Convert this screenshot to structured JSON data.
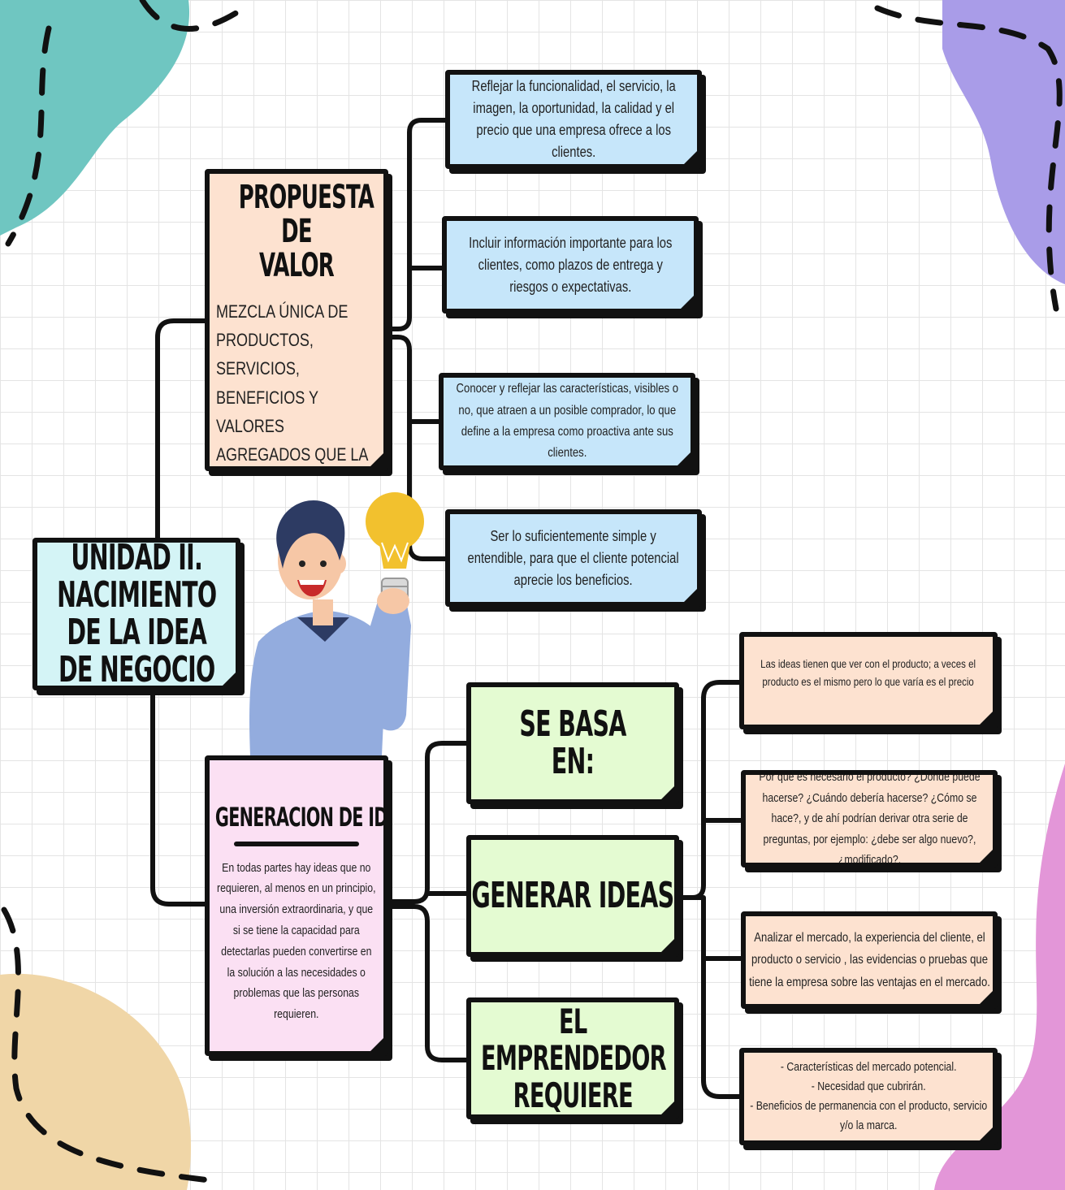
{
  "main_node": {
    "title": "UNIDAD II. NACIMIENTO DE LA IDEA DE NEGOCIO"
  },
  "propuesta": {
    "title_line1": "PROPUESTA DE",
    "title_line2": "VALOR",
    "text": "MEZCLA ÚNICA DE PRODUCTOS, SERVICIOS, BENEFICIOS Y VALORES AGREGADOS QUE LA EMPRESA OFRECE A SUS CLIENTES.",
    "items": [
      "Reflejar la funcionalidad, el servicio, la imagen, la oportunidad, la calidad y el precio que una empresa ofrece a los clientes.",
      "Incluir información importante para los clientes, como plazos de entrega y riesgos o expectativas.",
      "Conocer y reflejar las características, visibles o no, que atraen a un posible comprador, lo que define a la empresa como proactiva ante sus clientes.",
      "Ser lo suficientemente simple y entendible, para que el cliente potencial aprecie los beneficios."
    ]
  },
  "generacion": {
    "title": "GENERACION DE IDEAS",
    "text": "En todas partes hay ideas que no requieren, al menos en un principio, una inversión extraordinaria, y que si se tiene la capacidad para detectarlas pueden convertirse en la solución a las necesidades o problemas que las personas requieren.",
    "branches": [
      "SE BASA EN:",
      "GENERAR IDEAS",
      "EL EMPRENDEDOR REQUIERE"
    ],
    "details": [
      "Las ideas tienen que ver con el producto; a veces el producto es el mismo pero lo que varía es el precio",
      "Por qué es necesario el producto? ¿Dónde puede hacerse? ¿Cuándo debería hacerse? ¿Cómo se hace?, y de ahí podrían derivar otra serie de preguntas, por ejemplo: ¿debe ser algo nuevo?, ¿modificado?,",
      "Analizar el mercado, la experiencia del cliente, el producto o servicio , las evidencias o pruebas que tiene la empresa sobre las ventajas en el mercado.",
      "- Características del mercado potencial.\n- Necesidad que cubrirán.\n- Beneficios de permanencia con el producto, servicio y/o la marca."
    ]
  },
  "colors": {
    "blue": "#c6e6fa",
    "peach": "#fde2d0",
    "green": "#e4fbd2",
    "pink": "#fbe0f3",
    "cyan": "#d4f4f6",
    "blob_teal": "#6fc6c1",
    "blob_purple": "#a99ce8",
    "blob_pink": "#e396d8",
    "blob_tan": "#f0d6a7"
  },
  "icons": [
    "lightbulb-icon",
    "person-illustration"
  ]
}
